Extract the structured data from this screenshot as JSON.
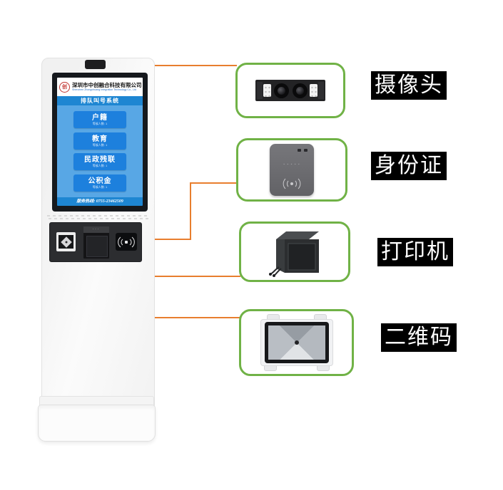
{
  "kiosk": {
    "screen": {
      "logo_char": "创",
      "company_cn": "深圳市中创融合科技有限公司",
      "company_en": "Shenzhen Zhongchuang Integration Technology Co., Ltd",
      "system_title": "排队叫号系统",
      "buttons": [
        {
          "label": "户籍",
          "sub": "等候人数: 1"
        },
        {
          "label": "教育",
          "sub": "等候人数: 1"
        },
        {
          "label": "民政残联",
          "sub": "等候人数: 1"
        },
        {
          "label": "公积金",
          "sub": "等候人数: 1"
        }
      ],
      "hotline": "服务热线: 0755-23462509"
    },
    "printer_band_dots": "···"
  },
  "callouts": [
    {
      "label": "摄像头",
      "component": "camera-module"
    },
    {
      "label": "身份证",
      "component": "id-card-reader"
    },
    {
      "label": "打印机",
      "component": "receipt-printer"
    },
    {
      "label": "二维码",
      "component": "qr-code-scanner"
    }
  ],
  "colors": {
    "connector_orange": "#e87e2e",
    "callout_green": "#70b246",
    "screen_blue": "#58a7e5",
    "screen_blue_dark": "#1e86d2",
    "button_blue": "#1d80dd",
    "label_bg": "#000000",
    "label_fg": "#ffffff",
    "logo_red": "#c23531"
  }
}
